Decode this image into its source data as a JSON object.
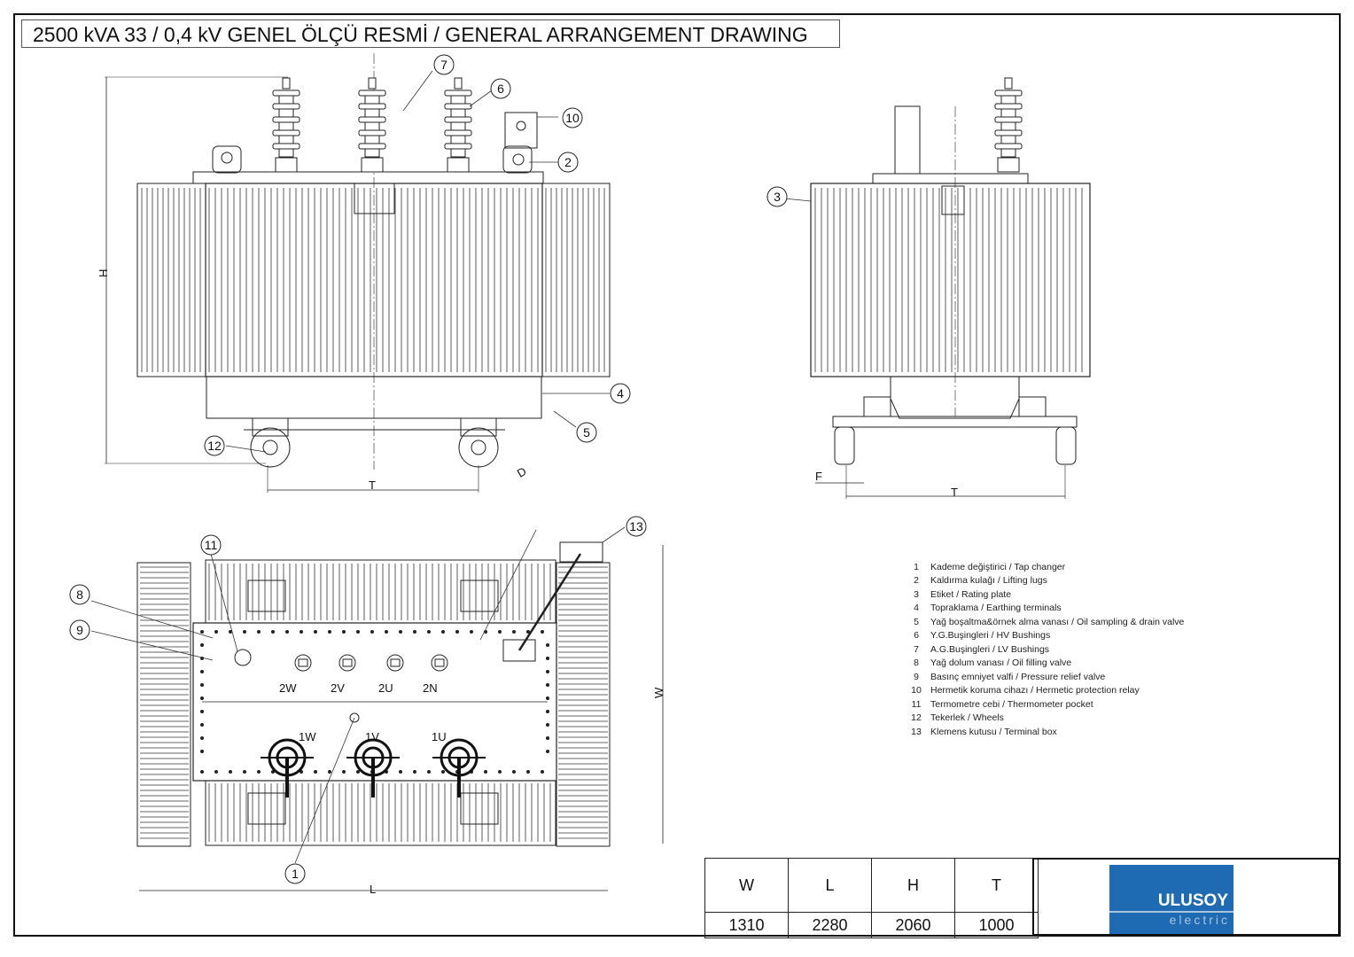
{
  "title": "2500 kVA 33 / 0,4 kV GENEL ÖLÇÜ RESMİ  / GENERAL ARRANGEMENT DRAWING",
  "callouts": [
    "1",
    "2",
    "3",
    "4",
    "5",
    "6",
    "7",
    "8",
    "9",
    "10",
    "11",
    "12",
    "13"
  ],
  "dimension_labels": {
    "H": "H",
    "T": "T",
    "D": "D",
    "F": "F",
    "W": "W",
    "L": "L"
  },
  "terminals": {
    "lv": [
      "2W",
      "2V",
      "2U",
      "2N"
    ],
    "hv": [
      "1W",
      "1V",
      "1U"
    ]
  },
  "legend": [
    {
      "num": "1",
      "text": "Kademe değiştirici / Tap changer"
    },
    {
      "num": "2",
      "text": "Kaldırma kulağı / Lifting lugs"
    },
    {
      "num": "3",
      "text": "Etiket / Rating plate"
    },
    {
      "num": "4",
      "text": "Topraklama / Earthing terminals"
    },
    {
      "num": "5",
      "text": "Yağ boşaltma&örnek alma vanası / Oil sampling & drain valve"
    },
    {
      "num": "6",
      "text": "Y.G.Buşingleri / HV Bushings"
    },
    {
      "num": "7",
      "text": "A.G.Buşingleri / LV Bushings"
    },
    {
      "num": "8",
      "text": "Yağ dolum vanası / Oil filling valve"
    },
    {
      "num": "9",
      "text": "Basınç emniyet valfi / Pressure relief valve"
    },
    {
      "num": "10",
      "text": "Hermetik koruma cihazı / Hermetic protection relay"
    },
    {
      "num": "11",
      "text": "Termometre cebi / Thermometer pocket"
    },
    {
      "num": "12",
      "text": "Tekerlek / Wheels"
    },
    {
      "num": "13",
      "text": "Klemens kutusu / Terminal box"
    }
  ],
  "table": {
    "headers": [
      "W",
      "L",
      "H",
      "T"
    ],
    "values": [
      "1310",
      "2280",
      "2060",
      "1000"
    ]
  },
  "logo": {
    "brand": "ULUSOY",
    "sub": "electric",
    "color": "#1f6bb3"
  }
}
